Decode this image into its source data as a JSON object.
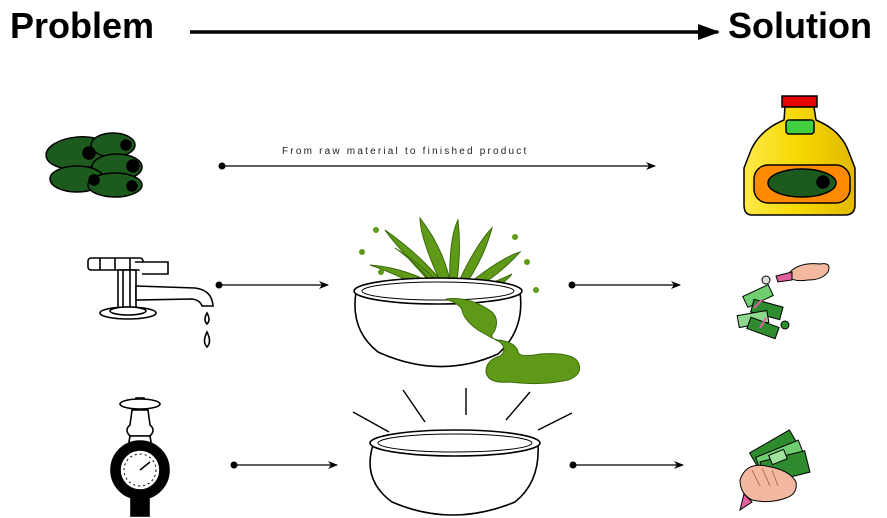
{
  "header": {
    "problem_label": "Problem",
    "solution_label": "Solution"
  },
  "caption": "From raw material to finished product",
  "icons": {
    "olives": "olives-icon",
    "oil_bottle": "olive-oil-bottle-icon",
    "faucet": "faucet-icon",
    "pot_plant": "overflowing-pot-icon",
    "hand_money": "hand-dropping-money-icon",
    "water_meter": "water-meter-icon",
    "empty_pot": "empty-pot-icon",
    "hand_cash": "hand-holding-cash-icon"
  },
  "colors": {
    "olive_dark": "#1d5a1d",
    "plant_green": "#5e9a18",
    "bottle_yellow": "#f5d800",
    "bottle_orange": "#ff8a00",
    "cap_red": "#e60000",
    "money_green": "#2e8b2e"
  }
}
